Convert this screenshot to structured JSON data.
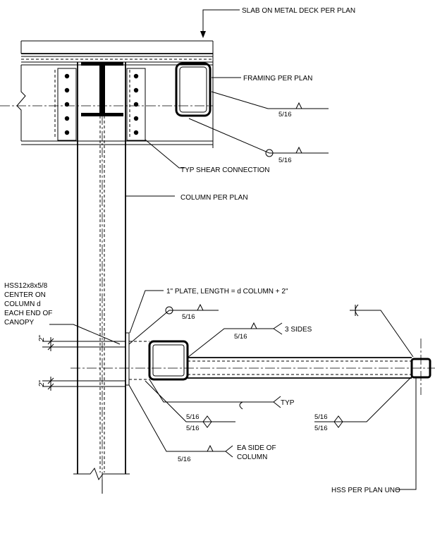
{
  "notes": {
    "slab": "SLAB ON METAL DECK PER PLAN",
    "framing": "FRAMING PER PLAN",
    "shear_connection": "TYP SHEAR CONNECTION",
    "column": "COLUMN PER PLAN",
    "hss_lines": [
      "HSS12x8x5/8",
      "CENTER ON",
      "COLUMN d",
      "EACH END OF",
      "CANOPY"
    ],
    "plate": "1\" PLATE, LENGTH = d COLUMN + 2\"",
    "three_sides": "3 SIDES",
    "typ": "TYP",
    "ea_side_lines": [
      "EA SIDE OF",
      "COLUMN"
    ],
    "hss_per_plan": "HSS PER PLAN UNO",
    "dim_2in": "2\""
  },
  "welds": {
    "framing_1": "5/16",
    "framing_2": "5/16",
    "plate_fillet": "5/16",
    "three_sides": "5/16",
    "typ_top": "5/16",
    "typ_bottom": "5/16",
    "ea_side": "5/16",
    "end_top": "5/16",
    "end_bottom": "5/16"
  }
}
